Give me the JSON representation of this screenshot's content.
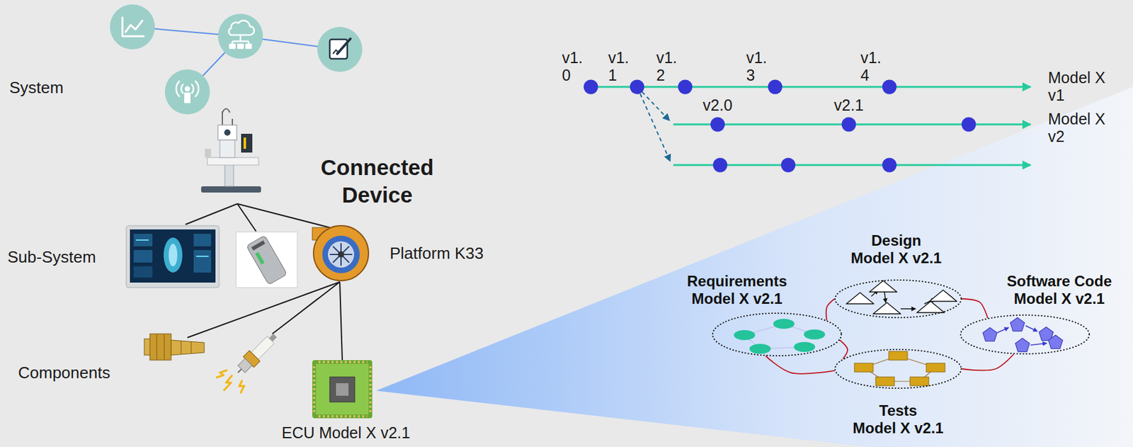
{
  "diagram": {
    "nodes": [
      {
        "text": [
          "Design",
          "Model X v2.1"
        ]
      },
      {
        "text": [
          "Requirements",
          "Model X v2.1"
        ]
      },
      {
        "text": [
          "Software Code",
          "Model X v2.1"
        ]
      },
      {
        "text": [
          "Tests",
          "Model X v2.1"
        ]
      }
    ],
    "edges": [
      {
        "from": 1,
        "to": 0,
        "arrow": "none"
      },
      {
        "from": 0,
        "to": 2,
        "arrow": "none"
      },
      {
        "from": 1,
        "to": 3,
        "arrow": "none"
      },
      {
        "from": 1,
        "to": 3,
        "arrow": "none"
      },
      {
        "from": 3,
        "to": 2,
        "arrow": "none"
      }
    ],
    "labels": [
      "System",
      "Connected Device",
      "Sub-System",
      "Platform K33",
      "Components",
      "ECU Model X v2.1",
      "v1. 0",
      "v1. 1",
      "v1. 2",
      "v1. 3",
      "v1. 4",
      "Model X v1",
      "v2.0",
      "v2.1",
      "Model X v2"
    ]
  }
}
